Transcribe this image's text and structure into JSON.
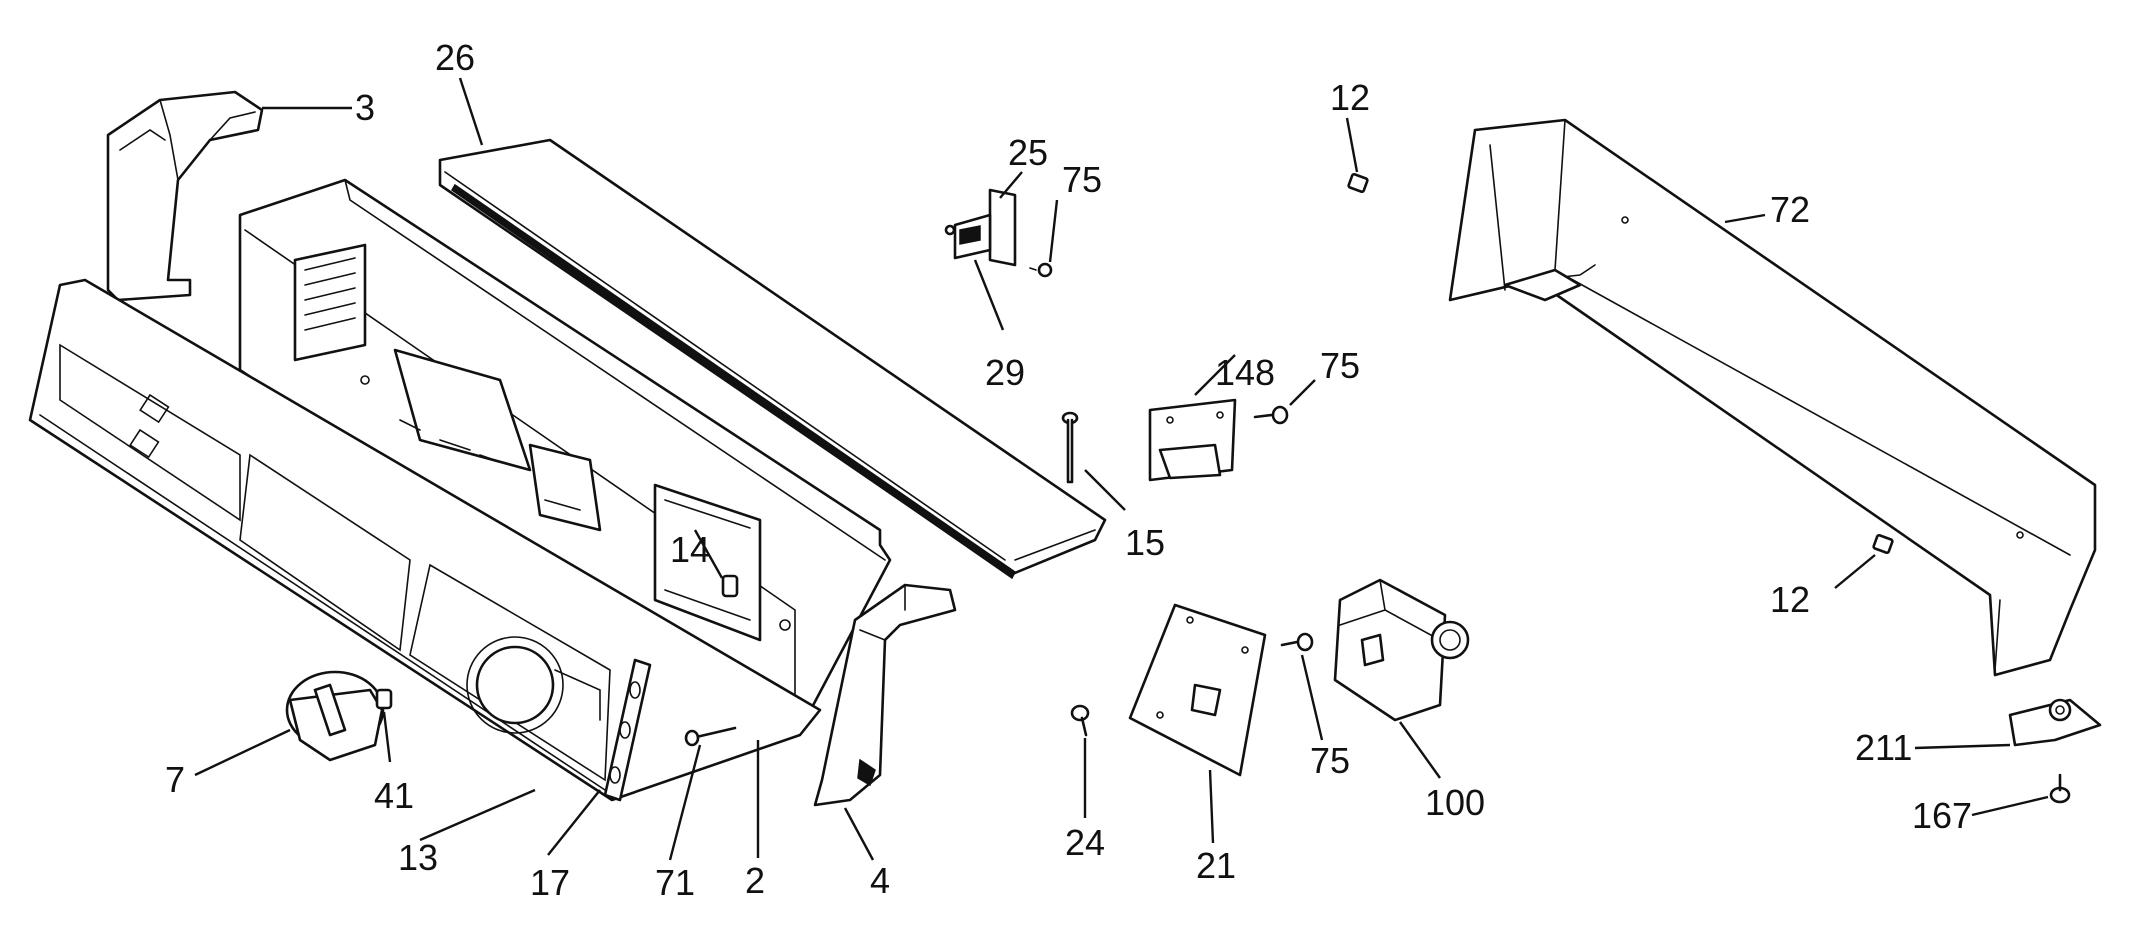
{
  "diagram": {
    "callouts": [
      {
        "id": "c3",
        "text": "3"
      },
      {
        "id": "c26",
        "text": "26"
      },
      {
        "id": "c25",
        "text": "25"
      },
      {
        "id": "c75a",
        "text": "75"
      },
      {
        "id": "c29",
        "text": "29"
      },
      {
        "id": "c12a",
        "text": "12"
      },
      {
        "id": "c72",
        "text": "72"
      },
      {
        "id": "c148",
        "text": "148"
      },
      {
        "id": "c75b",
        "text": "75"
      },
      {
        "id": "c15",
        "text": "15"
      },
      {
        "id": "c14",
        "text": "14"
      },
      {
        "id": "c12b",
        "text": "12"
      },
      {
        "id": "c7",
        "text": "7"
      },
      {
        "id": "c41",
        "text": "41"
      },
      {
        "id": "c13",
        "text": "13"
      },
      {
        "id": "c17",
        "text": "17"
      },
      {
        "id": "c71",
        "text": "71"
      },
      {
        "id": "c2",
        "text": "2"
      },
      {
        "id": "c4",
        "text": "4"
      },
      {
        "id": "c24",
        "text": "24"
      },
      {
        "id": "c21",
        "text": "21"
      },
      {
        "id": "c75c",
        "text": "75"
      },
      {
        "id": "c100",
        "text": "100"
      },
      {
        "id": "c211",
        "text": "211"
      },
      {
        "id": "c167",
        "text": "167"
      }
    ]
  }
}
